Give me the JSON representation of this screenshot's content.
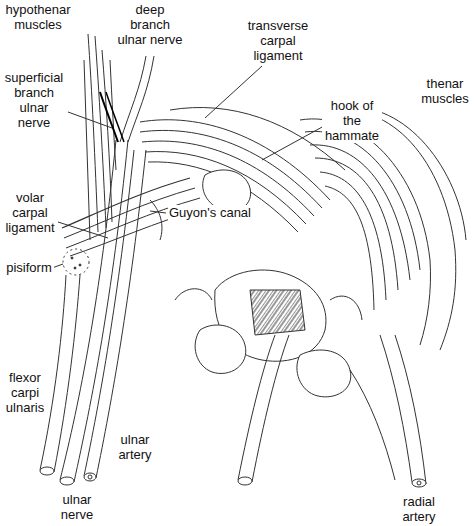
{
  "diagram": {
    "labels": [
      "hypothenar muscles",
      "deep branch ulnar nerve",
      "transverse carpal ligament",
      "superficial branch ulnar nerve",
      "hook of the hammate",
      "thenar muscles",
      "volar carpal ligament",
      "Guyon's canal",
      "pisiform",
      "flexor carpi ulnaris",
      "ulnar artery",
      "ulnar nerve",
      "radial artery"
    ]
  }
}
